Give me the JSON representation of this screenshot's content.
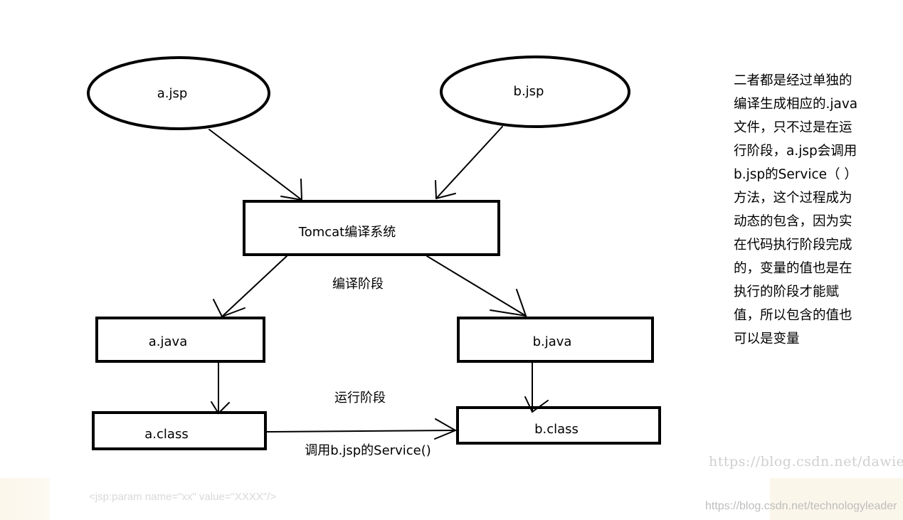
{
  "nodes": {
    "a_jsp": "a.jsp",
    "b_jsp": "b.jsp",
    "tomcat": "Tomcat编译系统",
    "a_java": "a.java",
    "b_java": "b.java",
    "a_class": "a.class",
    "b_class": "b.class"
  },
  "phases": {
    "compile": "编译阶段",
    "run": "运行阶段"
  },
  "edge_labels": {
    "call_service": "调用b.jsp的Service()"
  },
  "note": "二者都是经过单独的编译生成相应的.java文件，只不过是在运行阶段，a.jsp会调用b.jsp的Service（ ）方法，这个过程成为动态的包含，因为实在代码执行阶段完成的，变量的值也是在执行的阶段才能赋值，所以包含的值也可以是变量",
  "watermarks": {
    "blog": "https://blog.csdn.net/dawiel",
    "csdn": "https://blog.csdn.net/technologyleader"
  },
  "background_code": "<jsp:param name=\"xx\" value=\"XXXX\"/>",
  "colors": {
    "stroke": "#000000",
    "watermark": "#bdbdbd"
  }
}
